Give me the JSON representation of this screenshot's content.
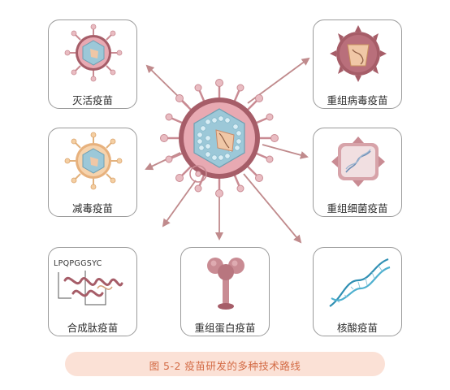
{
  "boxes": {
    "inactivated": "灭活疫苗",
    "live_attenuated": "减毒疫苗",
    "peptide": "合成肽疫苗",
    "recombinant_protein": "重组蛋白疫苗",
    "nucleic_acid": "核酸疫苗",
    "recombinant_bacterial": "重组细菌疫苗",
    "recombinant_viral": "重组病毒疫苗"
  },
  "peptide_sequence": "LPQPGGSYC",
  "caption": "图 5-2   疫苗研发的多种技术路线",
  "colors": {
    "arrow": "#c08a8c",
    "virus_shell": "#a65d68",
    "virus_core": "#9cc8d8",
    "spike": "#c98b93",
    "caption_bg": "#fbe1d6",
    "caption_text": "#d36b45"
  }
}
